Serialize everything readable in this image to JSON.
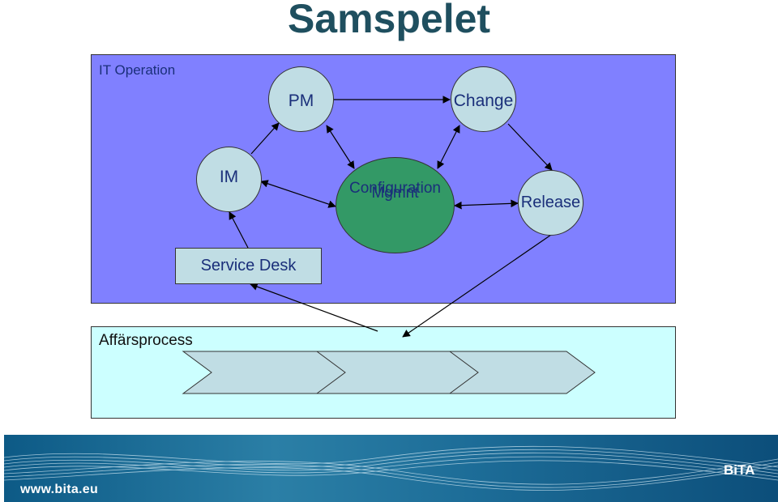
{
  "title": "Samspelet",
  "it_panel": {
    "label": "IT Operation"
  },
  "business_panel": {
    "label": "Affärsprocess"
  },
  "nodes": {
    "pm": "PM",
    "change": "Change",
    "im": "IM",
    "config_line1": "Configuration",
    "config_line2": "Mgmnt",
    "release": "Release",
    "service_desk": "Service Desk"
  },
  "footer": {
    "url": "www.bita.eu",
    "logo": "BiTA"
  },
  "colors": {
    "it_panel": "#8080ff",
    "business_panel": "#ccffff",
    "node_fill": "#c0dde4",
    "config_fill": "#339966",
    "title": "#1f4f5f"
  }
}
